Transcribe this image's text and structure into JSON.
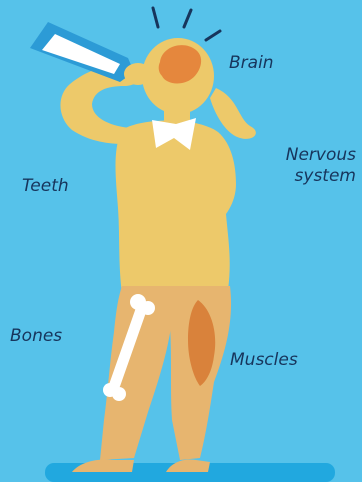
{
  "labels": {
    "brain": "Brain",
    "nervous_system": [
      "Nervous",
      "system"
    ],
    "teeth": "Teeth",
    "bones": "Bones",
    "muscles": "Muscles"
  },
  "colors": {
    "background": "#56c2ea",
    "skin": "#edc96a",
    "pants": "#e7b56f",
    "brain": "#e5873d",
    "muscle": "#d9823b",
    "bone": "#ffffff",
    "collar": "#ffffff",
    "bottle": "#2c9bd6",
    "floor_band": "#21a8df",
    "text": "#17355c"
  }
}
